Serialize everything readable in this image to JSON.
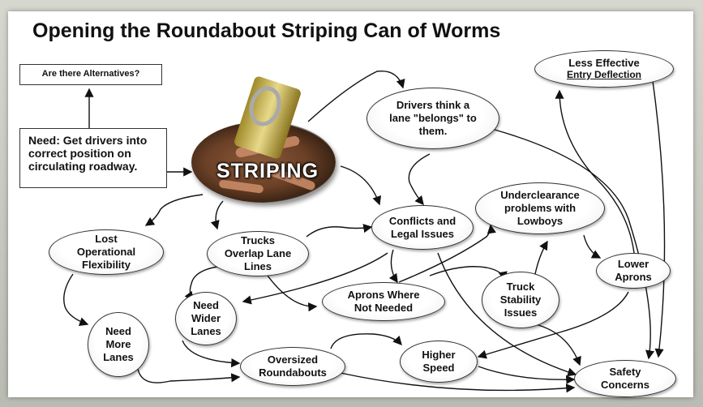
{
  "title": "Opening the Roundabout Striping Can of Worms",
  "can_label": "STRIPING",
  "boxes": {
    "alternatives": "Are there Alternatives?",
    "need": "Need: Get drivers into correct position on circulating roadway."
  },
  "nodes": {
    "less_effective": "Less Effective",
    "entry_deflection": "Entry Deflection",
    "drivers_think": "Drivers think a lane \"belongs\" to them.",
    "underclearance": "Underclearance problems with Lowboys",
    "conflicts": "Conflicts and Legal Issues",
    "lost_flexibility": "Lost Operational Flexibility",
    "trucks_overlap": "Trucks Overlap Lane Lines",
    "lower_aprons": "Lower Aprons",
    "need_wider": "Need Wider Lanes",
    "aprons_where": "Aprons Where Not Needed",
    "truck_stability": "Truck Stability Issues",
    "need_more": "Need More Lanes",
    "oversized": "Oversized Roundabouts",
    "higher_speed": "Higher Speed",
    "safety": "Safety Concerns"
  }
}
